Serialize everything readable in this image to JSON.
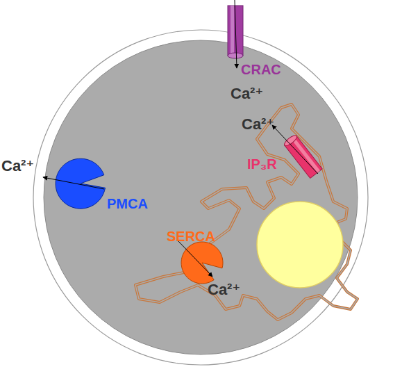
{
  "diagram": {
    "labels": [
      "CRAC",
      "Ca²⁺",
      "Ca²⁺",
      "IP₃R",
      "Ca²⁺",
      "PMCA",
      "SERCA",
      "Ca²⁺"
    ]
  }
}
